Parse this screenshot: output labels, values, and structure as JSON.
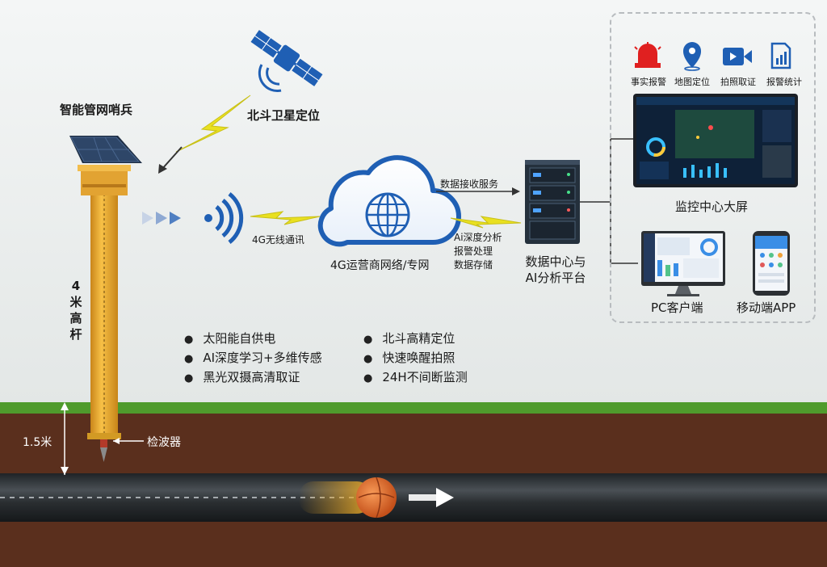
{
  "labels": {
    "sentinel": "智能管网哨兵",
    "satellite": "北斗卫星定位",
    "wireless": "4G无线通讯",
    "network": "4G运营商网络/专网",
    "receive": "数据接收服务",
    "ai_lines": [
      "Ai深度分析",
      "报警处理",
      "数据存储"
    ],
    "datacenter_lines": [
      "数据中心与",
      "AI分析平台"
    ],
    "bigscreen": "监控中心大屏",
    "pc": "PC客户端",
    "mobile": "移动端APP",
    "pole_lines": [
      "4",
      "米",
      "高",
      "杆"
    ],
    "depth": "1.5米",
    "detector": "检波器"
  },
  "panel_icons": [
    {
      "label": "事实报警",
      "icon": "alarm-light-icon",
      "color": "#e02020"
    },
    {
      "label": "地图定位",
      "icon": "map-pin-icon",
      "color": "#1f5fb4"
    },
    {
      "label": "拍照取证",
      "icon": "video-camera-icon",
      "color": "#1f5fb4"
    },
    {
      "label": "报警统计",
      "icon": "statistics-doc-icon",
      "color": "#1f5fb4"
    }
  ],
  "features_left": [
    "太阳能自供电",
    "AI深度学习+多维传感",
    "黑光双摄高清取证"
  ],
  "features_right": [
    "北斗高精定位",
    "快速唤醒拍照",
    "24H不间断监测"
  ],
  "colors": {
    "pole": "#e9a928",
    "blue": "#1f5fb4",
    "lightning": "#e9e020",
    "soil": "#5a2f1d",
    "grass": "#4f9b2c",
    "pipe": "#2f3438",
    "pig": "#e06a22"
  }
}
